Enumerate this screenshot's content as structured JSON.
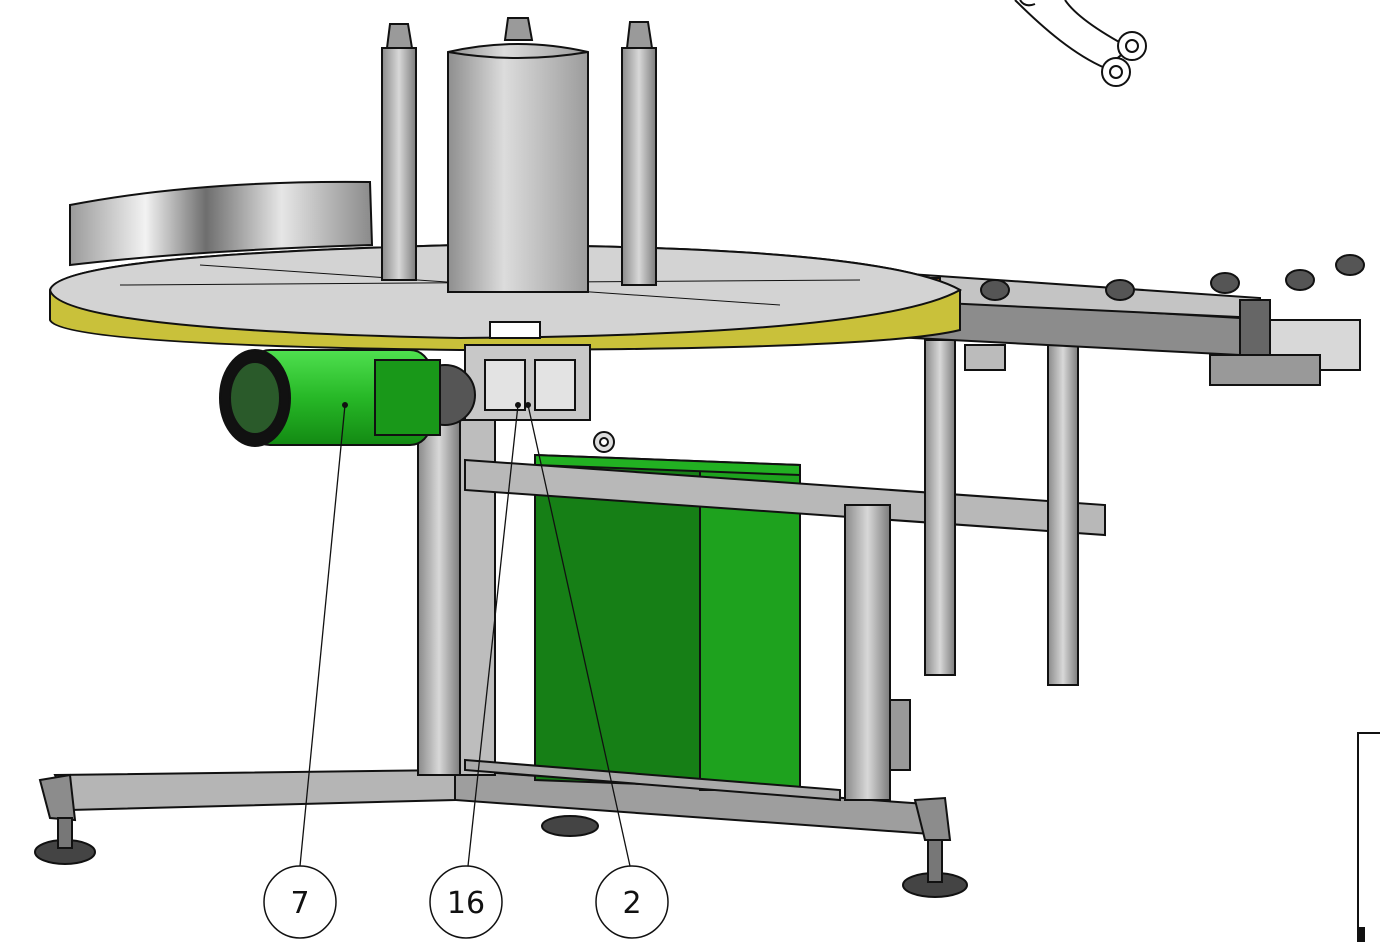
{
  "balloons": [
    {
      "label": "7"
    },
    {
      "label": "16"
    },
    {
      "label": "2"
    }
  ],
  "colors": {
    "motor_green": "#2fb82f",
    "cabinet_green": "#1a9a1a",
    "turntable_rim_yellow": "#c9c13a",
    "steel_gray": "#a9a9a9",
    "line_black": "#111111"
  }
}
